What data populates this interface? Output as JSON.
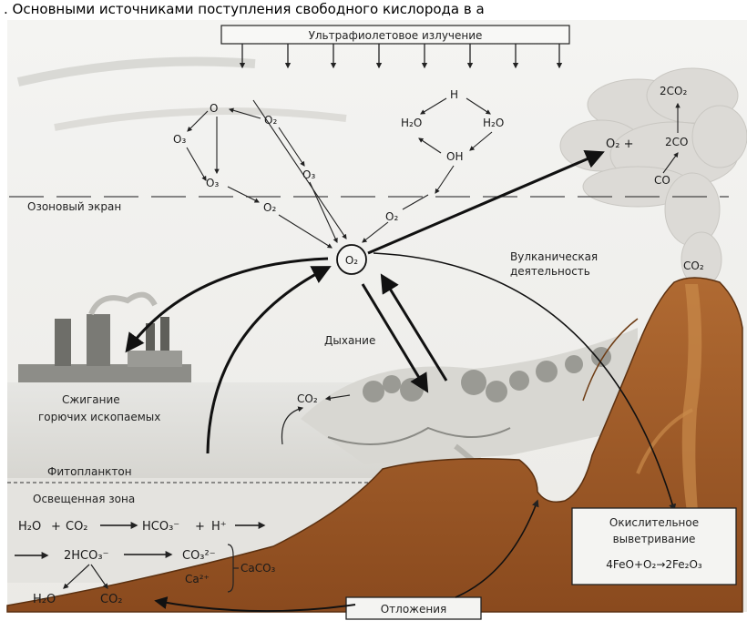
{
  "header": {
    "caption": ". Основными источниками поступления свободного кислорода в а"
  },
  "diagram": {
    "uv": "Ультрафиолетовое излучение",
    "ozone_screen": "Озоновый экран",
    "o2_center": "O₂",
    "ozone_cycle": {
      "o": "O",
      "o3": "O₃",
      "o2": "O₂"
    },
    "water_cycle": {
      "h": "H",
      "h2o": "H₂O",
      "oh": "OH"
    },
    "volcano_reactions": {
      "co2x2": "2CO₂",
      "co2": "CO₂",
      "o2_plus": "O₂ +",
      "co_x2": "2CO",
      "co": "CO"
    },
    "volcanic_activity_1": "Вулканическая",
    "volcanic_activity_2": "деятельность",
    "respiration": "Дыхание",
    "burning_1": "Сжигание",
    "burning_2": "горючих ископаемых",
    "co2_small": "CO₂",
    "phytoplankton": "Фитопланктон",
    "lit_zone": "Освещенная зона",
    "eq1": {
      "h2o": "H₂O",
      "plus1": "+",
      "co2": "CO₂",
      "hco3": "HCO₃⁻",
      "plus2": "+",
      "hplus": "H⁺"
    },
    "eq2": {
      "hco3x2": "2HCO₃⁻",
      "co3": "CO₃²⁻",
      "ca": "Ca²⁺",
      "caco3": "CaCO₃",
      "h2o": "H₂O",
      "co2": "CO₂"
    },
    "oxidative_1": "Окислительное",
    "oxidative_2": "выветривание",
    "oxidative_eq": "4FeO+O₂→2Fe₂O₃",
    "deposits": "Отложения"
  }
}
